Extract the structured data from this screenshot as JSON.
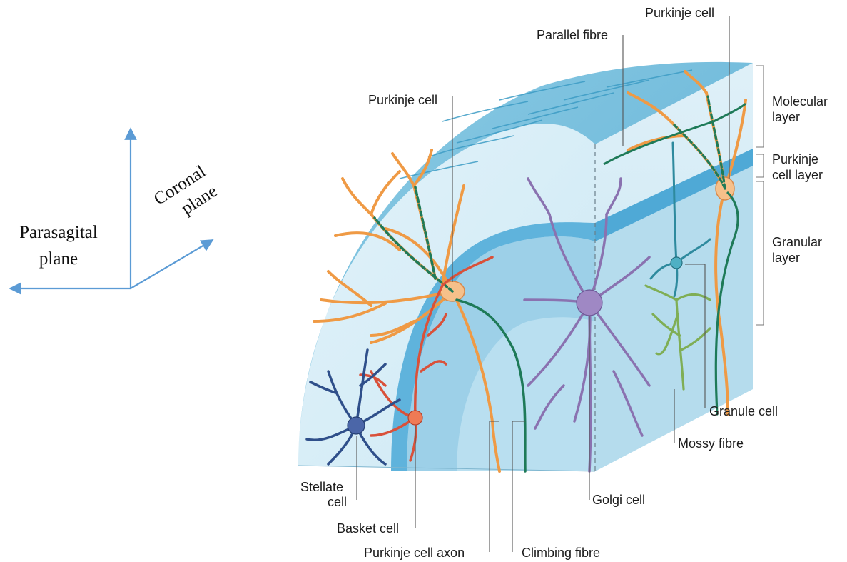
{
  "planes": {
    "parasagittal": [
      "Parasagital",
      "plane"
    ],
    "coronal": [
      "Coronal",
      "plane"
    ]
  },
  "labels": {
    "parallel_fibre": "Parallel fibre",
    "purkinje_top": "Purkinje cell",
    "purkinje_left": "Purkinje cell",
    "stellate": [
      "Stellate",
      "cell"
    ],
    "basket": "Basket cell",
    "purkinje_axon": "Purkinje cell axon",
    "climbing": "Climbing fibre",
    "golgi": "Golgi cell",
    "granule": "Granule cell",
    "mossy": "Mossy fibre"
  },
  "layers": {
    "molecular": [
      "Molecular",
      "layer"
    ],
    "purkinje": [
      "Purkinje",
      "cell layer"
    ],
    "granular": [
      "Granular",
      "layer"
    ]
  },
  "colors": {
    "purkinje": "#ef9a45",
    "climbing": "#1e7a58",
    "golgi": "#8a72b0",
    "stellate": "#2f4f8a",
    "basket": "#d9513a",
    "granule": "#2e8a9e",
    "mossy": "#7fae55",
    "plane_arrows": "#5b9bd5"
  }
}
